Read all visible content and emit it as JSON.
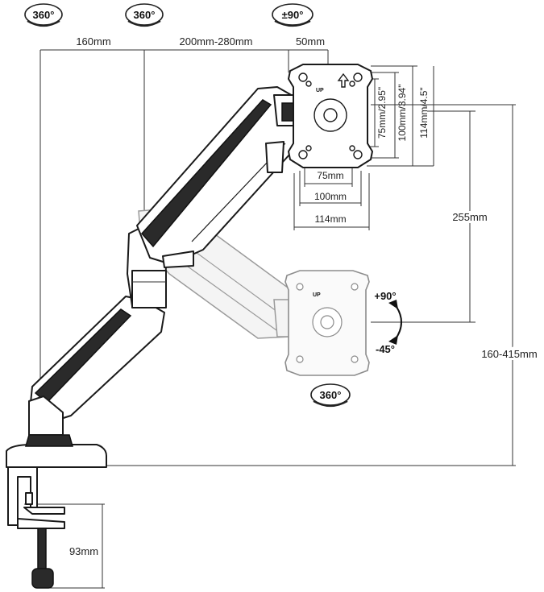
{
  "badges": {
    "base_rotation": "360°",
    "arm_rotation": "360°",
    "swivel": "±90°",
    "plate_rotation": "360°"
  },
  "dimensions": {
    "arm_lower_reach": "160mm",
    "arm_upper_reach": "200mm-280mm",
    "head_offset": "50mm",
    "vesa_75_vertical": "75mm/2.95\"",
    "vesa_100_vertical": "100mm/3.94\"",
    "vesa_114_vertical": "114mm/4.5\"",
    "vesa_75_horizontal": "75mm",
    "vesa_100_horizontal": "100mm",
    "vesa_114_horizontal": "114mm",
    "height_travel": "255mm",
    "height_range": "160-415mm",
    "clamp_thickness": "93mm"
  },
  "tilt": {
    "up": "+90°",
    "down": "-45°"
  },
  "plate": {
    "up_marker": "UP"
  }
}
